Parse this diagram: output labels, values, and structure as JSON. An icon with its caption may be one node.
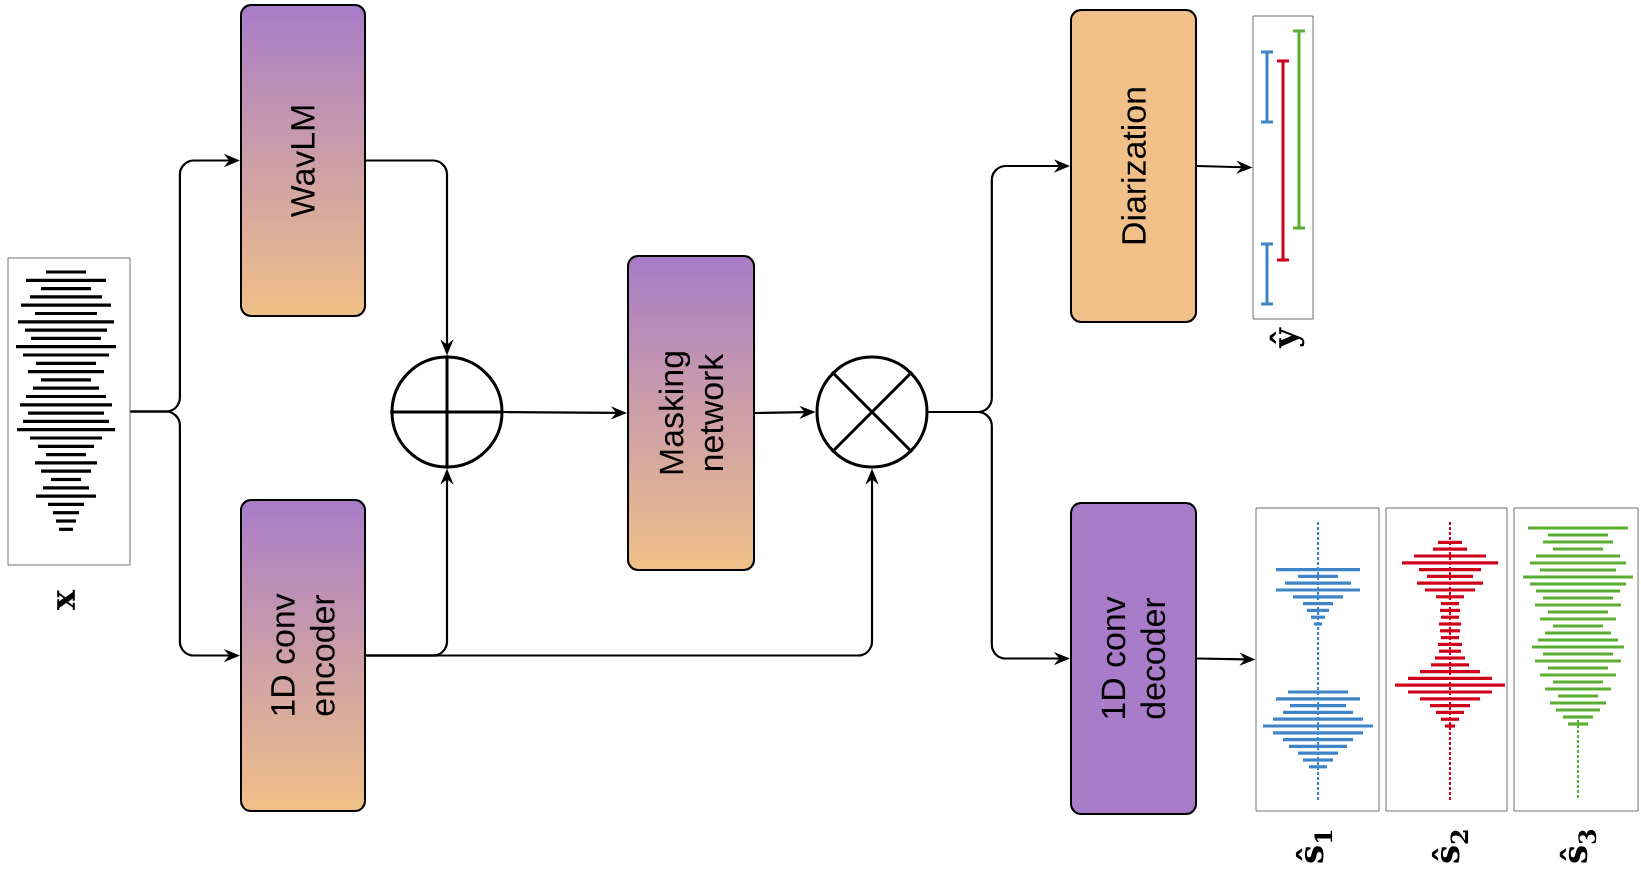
{
  "diagram": {
    "nodes": [
      {
        "text": [],
        "shape": "picture",
        "beside": [
          "x"
        ]
      },
      {
        "text": [
          "WavLM"
        ]
      },
      {
        "text": [
          "1D conv encoder"
        ]
      },
      {
        "text": [],
        "shape": "circle"
      },
      {
        "text": [
          "Masking network"
        ]
      },
      {
        "text": [],
        "shape": "circle"
      },
      {
        "text": [
          "Diarization"
        ]
      },
      {
        "text": [
          "1D conv decoder"
        ]
      },
      {
        "text": [],
        "shape": "picture",
        "beside": [
          "ŷ"
        ]
      },
      {
        "text": [],
        "shape": "picture",
        "beside": [
          "ŝ$_{1}$"
        ]
      },
      {
        "text": [],
        "shape": "picture",
        "beside": [
          "ŝ$_{2}$"
        ]
      },
      {
        "text": [],
        "shape": "picture",
        "beside": [
          "ŝ$_{3}$"
        ]
      }
    ],
    "edges": [
      {
        "from": 0,
        "to": 1,
        "arrow": "to"
      },
      {
        "from": 0,
        "to": 2,
        "arrow": "to"
      },
      {
        "from": 1,
        "to": 3,
        "arrow": "to"
      },
      {
        "from": 2,
        "to": 3,
        "arrow": "to"
      },
      {
        "from": 2,
        "to": 5,
        "arrow": "to"
      },
      {
        "from": 3,
        "to": 4,
        "arrow": "to"
      },
      {
        "from": 4,
        "to": 5,
        "arrow": "to"
      },
      {
        "from": 5,
        "to": 6,
        "arrow": "to"
      },
      {
        "from": 5,
        "to": 7,
        "arrow": "to"
      },
      {
        "from": 6,
        "to": 8,
        "arrow": "to"
      },
      {
        "from": 7,
        "to": 9,
        "arrow": "to"
      }
    ]
  }
}
